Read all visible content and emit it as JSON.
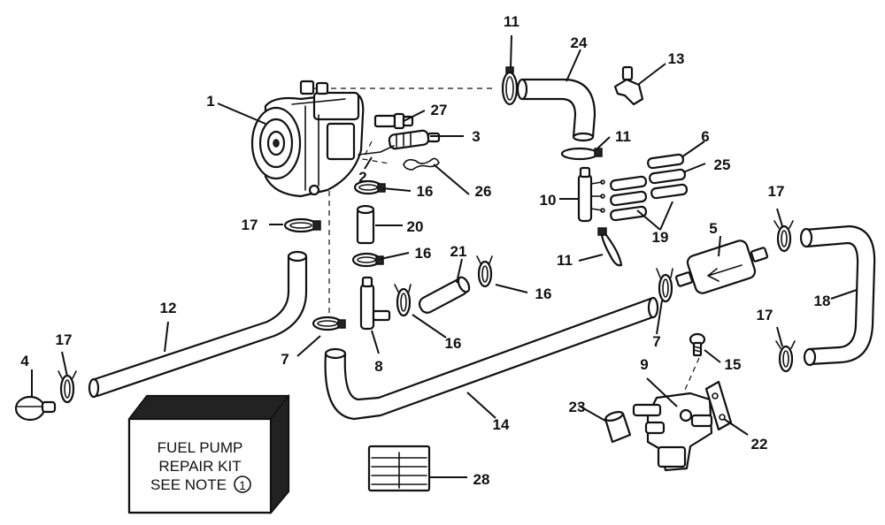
{
  "diagram": {
    "callouts": {
      "c1": "1",
      "c2": "2",
      "c3": "3",
      "c4": "4",
      "c5": "5",
      "c6": "6",
      "c7a": "7",
      "c7b": "7",
      "c8": "8",
      "c9": "9",
      "c10": "10",
      "c11a": "11",
      "c11b": "11",
      "c11c": "11",
      "c12": "12",
      "c13": "13",
      "c14": "14",
      "c15": "15",
      "c16a": "16",
      "c16b": "16",
      "c16c": "16",
      "c16d": "16",
      "c17a": "17",
      "c17b": "17",
      "c17c": "17",
      "c17d": "17",
      "c18": "18",
      "c19": "19",
      "c20": "20",
      "c21": "21",
      "c22": "22",
      "c23": "23",
      "c24": "24",
      "c25": "25",
      "c26": "26",
      "c27": "27",
      "c28": "28"
    },
    "kit_box": {
      "line1": "FUEL PUMP",
      "line2": "REPAIR KIT",
      "line3": "SEE NOTE",
      "note_number": "1"
    }
  }
}
